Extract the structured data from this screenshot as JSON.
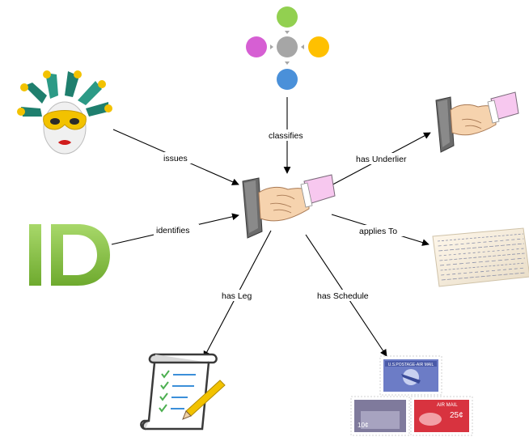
{
  "diagram": {
    "center_node": {
      "icon": "handshake-icon"
    },
    "nodes": [
      {
        "id": "jester",
        "icon": "jester-mask-icon"
      },
      {
        "id": "id-badge",
        "icon": "id-letters-icon",
        "text": "ID"
      },
      {
        "id": "classifier",
        "icon": "classification-dots-icon"
      },
      {
        "id": "underlier",
        "icon": "handshake-icon"
      },
      {
        "id": "ledger",
        "icon": "ledger-document-icon"
      },
      {
        "id": "leg",
        "icon": "scroll-checklist-icon"
      },
      {
        "id": "schedule",
        "icon": "airmail-stamps-icon"
      }
    ],
    "edges": [
      {
        "from": "jester",
        "label": "issues"
      },
      {
        "from": "id-badge",
        "label": "identifies"
      },
      {
        "from": "classifier",
        "label": "classifies"
      },
      {
        "to": "underlier",
        "label": "has Underlier"
      },
      {
        "to": "ledger",
        "label": "applies To"
      },
      {
        "to": "leg",
        "label": "has Leg"
      },
      {
        "to": "schedule",
        "label": "has Schedule"
      }
    ]
  },
  "stamps": {
    "top": {
      "header": "U.S.POSTAGE-AIR MAIL"
    },
    "bottom_left": {
      "value": "10¢"
    },
    "bottom_right": {
      "header": "AIR MAIL",
      "value": "25¢"
    }
  },
  "colors": {
    "dot_green": "#92d050",
    "dot_magenta": "#d65fd3",
    "dot_grey": "#a6a6a6",
    "dot_orange": "#ffc000",
    "dot_blue": "#4a90d9",
    "id_green": "#8cc63f",
    "mask_teal": "#1f7f6e",
    "mask_gold": "#f2c200"
  }
}
